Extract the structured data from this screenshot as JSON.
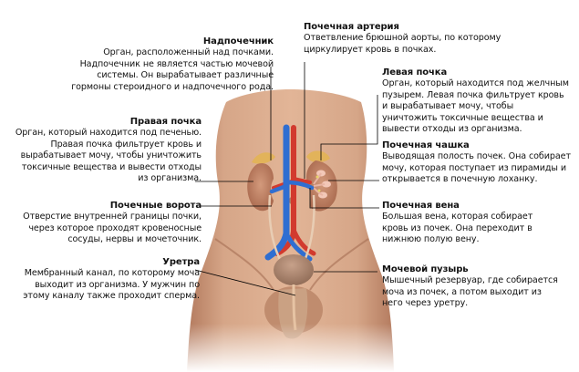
{
  "labels": {
    "adrenal": {
      "title": "Надпочечник",
      "text": "Орган, расположенный над почками.\nНадпочечник не является частью мочевой\nсистемы. Он вырабатывает различные\nгормоны стероидного и надпочечного рода."
    },
    "right_kidney": {
      "title": "Правая почка",
      "text": "Орган, который находится под печенью.\nПравая почка фильтрует кровь и\nвырабатывает мочу, чтобы уничтожить\nтоксичные вещества и вывести отходы\nиз организма."
    },
    "renal_hilum": {
      "title": "Почечные ворота",
      "text": "Отверстие внутренней границы почки,\nчерез которое проходят кровеносные\nсосуды, нервы и мочеточник."
    },
    "urethra": {
      "title": "Уретра",
      "text": "Мембранный канал, по которому моча\nвыходит из организма. У мужчин по\nэтому каналу также проходит сперма."
    },
    "renal_artery": {
      "title": "Почечная артерия",
      "text": "Ответвление брюшной аорты, по которому\nциркулирует кровь в почках."
    },
    "left_kidney": {
      "title": "Левая почка",
      "text": "Орган, который находится под желчным\nпузырем. Левая почка фильтрует кровь\nи вырабатывает мочу, чтобы\nуничтожить токсичные вещества и\nвывести отходы из организма."
    },
    "renal_calyx": {
      "title": "Почечная чашка",
      "text": "Выводящая полость почек. Она собирает\nмочу, которая поступает из пирамиды и\nоткрывается в почечную лоханку."
    },
    "renal_vein": {
      "title": "Почечная вена",
      "text": "Большая вена, которая собирает\nкровь из почек. Она переходит в\nнижнюю полую вену."
    },
    "bladder": {
      "title": "Мочевой пузырь",
      "text": "Мышечный резервуар, где собирается\nмоча из почек, а потом выходит из\nнего через уретру."
    }
  },
  "colors": {
    "skin": "#d9a98a",
    "skin_shadow": "#b97f62",
    "kidney": "#c58a6c",
    "artery": "#d23a2e",
    "vein": "#2f6ed1",
    "bladder": "#a9846e",
    "leader_line": "#000000"
  }
}
